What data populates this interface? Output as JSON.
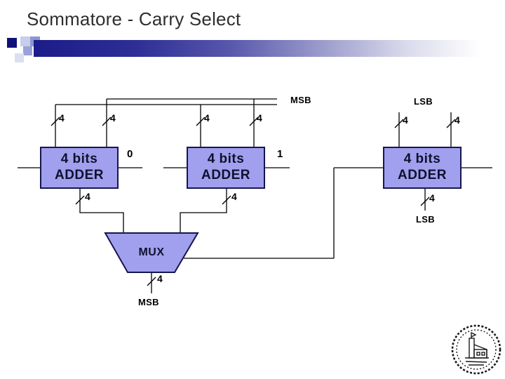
{
  "slide": {
    "title": "Sommatore - Carry Select"
  },
  "diagram": {
    "kind": "carry-select-adder-block-diagram",
    "bus_width_label": "4",
    "msb_label": "MSB",
    "lsb_label": "LSB",
    "mux_label": "MUX",
    "adders": [
      {
        "line1": "4 bits",
        "line2": "ADDER",
        "carry_in_label": "0"
      },
      {
        "line1": "4 bits",
        "line2": "ADDER",
        "carry_in_label": "1"
      },
      {
        "line1": "4 bits",
        "line2": "ADDER"
      }
    ],
    "colors": {
      "block_fill": "#a0a0ee",
      "block_border": "#16164e",
      "wire": "#000000",
      "accent_bar": "#1c1c8a"
    }
  },
  "logo": {
    "name": "university-seal"
  }
}
